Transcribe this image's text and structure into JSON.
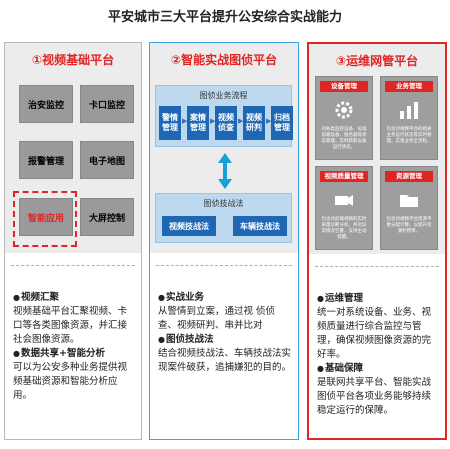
{
  "page": {
    "title": "平安城市三大平台提升公安综合实战能力"
  },
  "colors": {
    "accent_red": "#e02525",
    "accent_blue": "#1f67b2",
    "panel_blue_border": "#3aa6e0",
    "tile_gray": "#9a9a9a"
  },
  "panel1": {
    "title": "①视频基础平台",
    "tiles": [
      "治安监控",
      "卡口监控",
      "报警管理",
      "电子地图",
      "智能应用",
      "大屏控制"
    ],
    "desc": [
      {
        "heading": "视频汇聚",
        "body": "视频基础平台汇聚视频、卡口等各类图像资源，并汇接社会图像资源。"
      },
      {
        "heading": "数据共享+智能分析",
        "body": "可以为公安多种业务提供视频基础资源和智能分析应用。"
      }
    ]
  },
  "panel2": {
    "title": "②智能实战图侦平台",
    "flow_label": "图侦业务流程",
    "steps": [
      "警情管理",
      "案情管理",
      "视频侦查",
      "视频研判",
      "归档管理"
    ],
    "tech_label": "图侦技战法",
    "tech_buttons": [
      "视频技战法",
      "车辆技战法"
    ],
    "desc": [
      {
        "heading": "实战业务",
        "body": "从警情到立案，通过视  侦侦查、视频研判、串并比对"
      },
      {
        "heading": "图侦技战法",
        "body": "结合视频技战法、车辆技战法实现案件破获，追捕嫌犯的目的。"
      }
    ]
  },
  "panel3": {
    "title": "③运维网管平台",
    "cards": [
      {
        "title": "设备管理",
        "icon": "gear-icon",
        "text": "对各类监控设备、标准前端设备、服务器等状态管理，实时获取设备运行状态。"
      },
      {
        "title": "业务管理",
        "icon": "chart-icon",
        "text": "包含对视频平台的相关业务运行状态等实时管理，实现业务全流程。"
      },
      {
        "title": "视频质量管理",
        "icon": "camera-icon",
        "text": "包含对前端视频的实时质量诊断分析，并对异常情况告警，支持主动提醒。"
      },
      {
        "title": "资源管理",
        "icon": "folder-icon",
        "text": "包含对视频平台资源平衡分配计算，以提升资源利用率。"
      }
    ],
    "desc": [
      {
        "heading": "运维管理",
        "body": "统一对系统设备、业务、视频质量进行综合监控与管理，确保视频图像资源的完好率。"
      },
      {
        "heading": "基础保障",
        "body": "是联网共享平台、智能实战图侦平台各项业务能够持续稳定运行的保障。"
      }
    ]
  }
}
